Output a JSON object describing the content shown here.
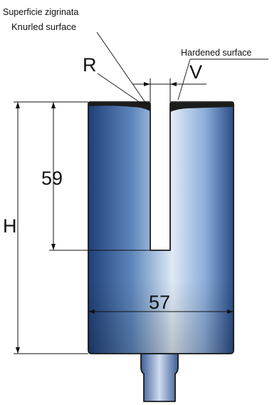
{
  "labels": {
    "knurled_it": "Superficie zigrinata",
    "knurled_en": "Knurled surface",
    "hardened": "Hardened surface",
    "radius": "R",
    "v_opening": "V",
    "depth": "59",
    "height": "H",
    "width": "57"
  },
  "colors": {
    "body_dark": "#1f3f78",
    "body_mid": "#5d86bb",
    "body_light": "#dfeaf6",
    "outline": "#1a1a1a",
    "hardened_band": "#1c1c1c"
  }
}
